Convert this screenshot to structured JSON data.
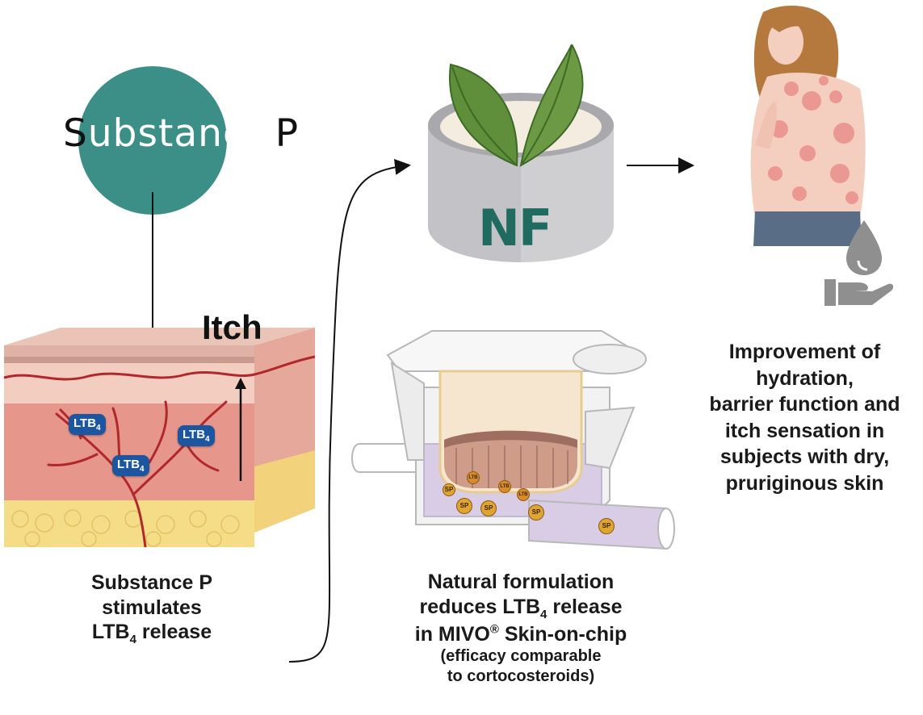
{
  "substance_p_bubble": {
    "part1": "S",
    "part2": "ubstance",
    "part3": "P"
  },
  "skin_panel": {
    "itch_label": "Itch",
    "ltb_badges": [
      {
        "base": "LTB",
        "sub": "4"
      },
      {
        "base": "LTB",
        "sub": "4"
      },
      {
        "base": "LTB",
        "sub": "4"
      }
    ]
  },
  "jar": {
    "label": "NF"
  },
  "chip": {
    "sp_markers": [
      "SP",
      "SP",
      "SP",
      "SP",
      "SP"
    ],
    "ltb_markers": [
      "LTB",
      "LTB",
      "LTB"
    ]
  },
  "captions": {
    "left": {
      "line1": "Substance P",
      "line2": "stimulates",
      "line3_base": "LTB",
      "line3_sub": "4",
      "line3_rest": " release"
    },
    "middle": {
      "line1": "Natural formulation",
      "line2_pre": "reduces LTB",
      "line2_sub": "4",
      "line2_rest": " release",
      "line3_pre": "in MIVO",
      "line3_sup": "®",
      "line3_rest": " Skin-on-chip",
      "line4": "(efficacy comparable",
      "line5": "to cortocosteroids)"
    },
    "right": {
      "line1": "Improvement of",
      "line2": "hydration",
      "line2_rest": ",",
      "line3": "barrier function",
      "line3_rest": " and",
      "line4": "itch sensation",
      "line4_rest": " in",
      "line5": "subjects with dry,",
      "line6": "pruriginous skin"
    }
  },
  "colors": {
    "teal": "#3c8f87",
    "ltb_blue": "#1d56a0",
    "nf_green": "#1f6b5f",
    "skin_pink": "#e8a79a",
    "fat_yellow": "#f5dc86",
    "vessel_red": "#b0282c",
    "chip_lilac": "#d9cde6",
    "leaf_green": "#5f8f3a"
  }
}
